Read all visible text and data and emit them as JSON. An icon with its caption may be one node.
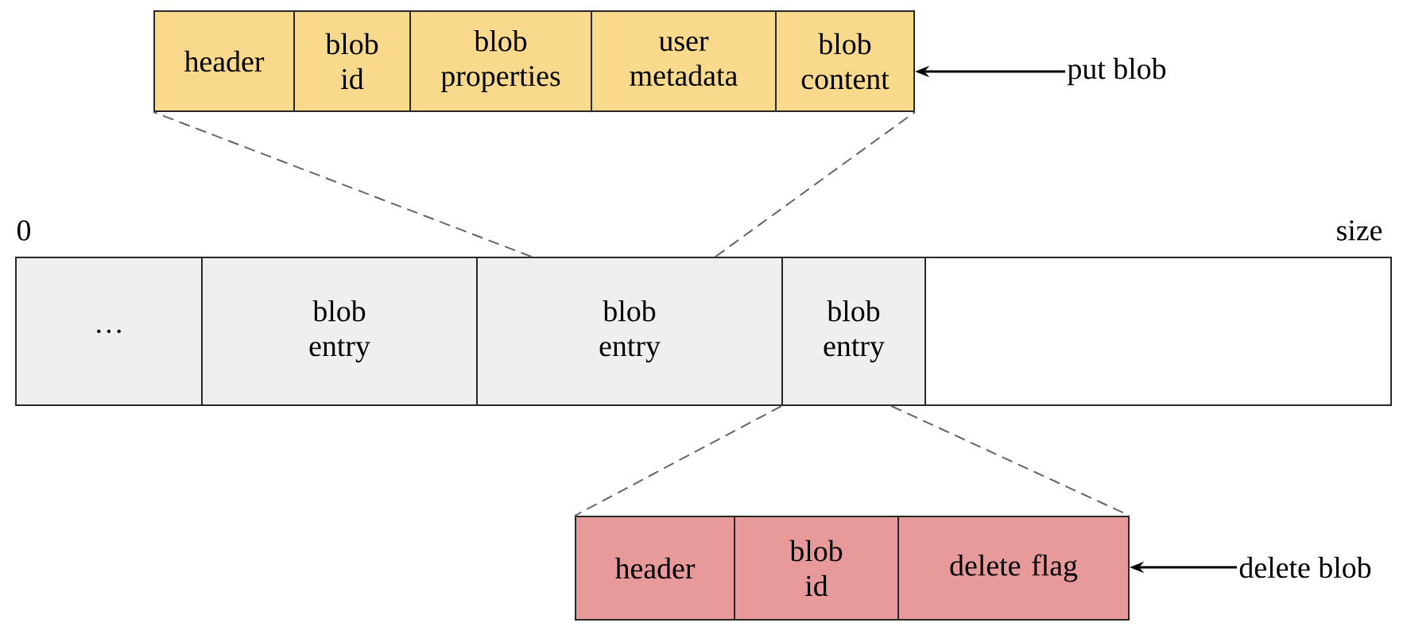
{
  "diagram": {
    "nodes": [
      {
        "text": [
          "header"
        ]
      },
      {
        "text": [
          "blob id"
        ]
      },
      {
        "text": [
          "blob properties"
        ]
      },
      {
        "text": [
          "user metadata"
        ]
      },
      {
        "text": [
          "blob content"
        ]
      },
      {
        "text": [
          "put blob"
        ]
      },
      {
        "text": [
          "…"
        ]
      },
      {
        "text": [
          "blob entry"
        ]
      },
      {
        "text": [
          "blob entry"
        ]
      },
      {
        "text": [
          "blob entry"
        ]
      },
      {
        "text": [],
        "shape": "box"
      },
      {
        "text": [
          "header"
        ]
      },
      {
        "text": [
          "blob id"
        ]
      },
      {
        "text": [
          "delete flag"
        ]
      },
      {
        "text": [
          "delete blob"
        ]
      }
    ],
    "edges": [
      {
        "from": 5,
        "to": 4,
        "arrow": "to",
        "color": "#000000"
      },
      {
        "from": 8,
        "to": 0,
        "arrow": "none",
        "style": "dashed"
      },
      {
        "from": 8,
        "to": 4,
        "arrow": "none",
        "style": "dashed"
      },
      {
        "from": 9,
        "to": 11,
        "arrow": "none",
        "style": "dashed"
      },
      {
        "from": 9,
        "to": 13,
        "arrow": "none",
        "style": "dashed"
      },
      {
        "from": 14,
        "to": 13,
        "arrow": "to",
        "color": "#000000"
      }
    ],
    "labels": [
      "0",
      "size"
    ]
  }
}
